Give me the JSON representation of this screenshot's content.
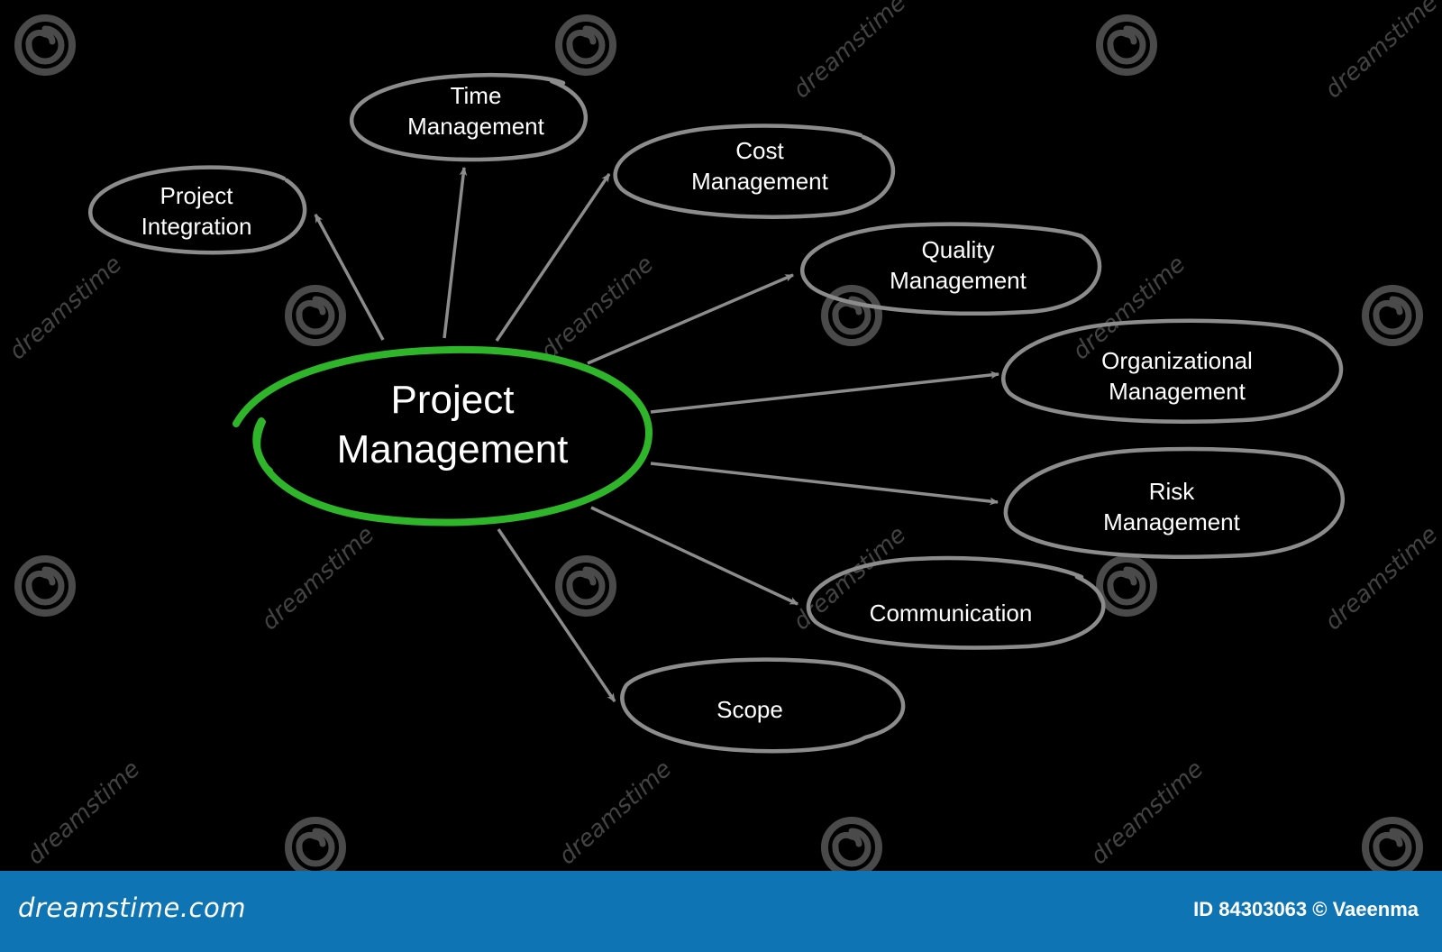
{
  "colors": {
    "background": "#000000",
    "node_outline": "#8c8c8c",
    "center_outline": "#2fb52a",
    "arrow": "#8c8c8c",
    "text": "#ffffff",
    "footer": "#0f74b3",
    "watermark": "#5a5a5a"
  },
  "center": {
    "line1": "Project",
    "line2": "Management"
  },
  "nodes": [
    {
      "line1": "Time",
      "line2": "Management"
    },
    {
      "line1": "Project",
      "line2": "Integration"
    },
    {
      "line1": "Cost",
      "line2": "Management"
    },
    {
      "line1": "Quality",
      "line2": "Management"
    },
    {
      "line1": "Organizational",
      "line2": "Management"
    },
    {
      "line1": "Risk",
      "line2": "Management"
    },
    {
      "line1": "Communication",
      "line2": ""
    },
    {
      "line1": "Scope",
      "line2": ""
    }
  ],
  "watermark": {
    "text": "dreamstime",
    "icon": "spiral-icon"
  },
  "footer": {
    "brand": "dreamstime.com",
    "credit": "ID 84303063 © Vaeenma"
  }
}
